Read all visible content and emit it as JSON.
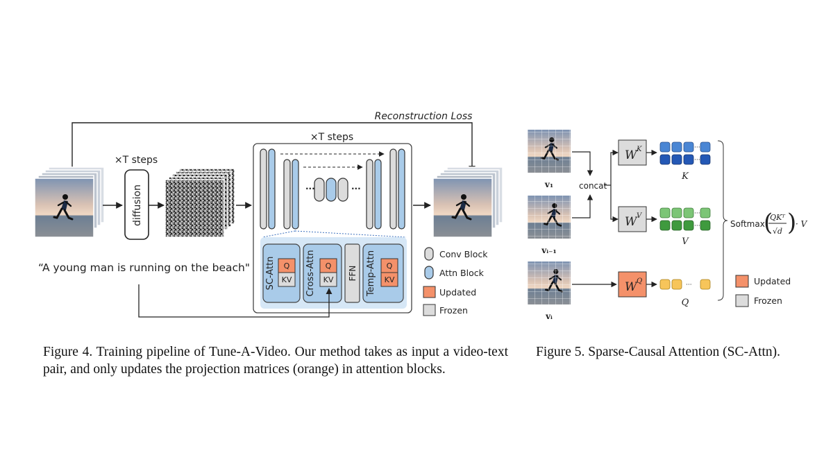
{
  "figure4": {
    "loss_label": "Reconstruction Loss",
    "steps_label_left": "×T steps",
    "steps_label_unet": "×T steps",
    "diffusion_label": "diffusion",
    "prompt": "“A young man is running on the beach\"",
    "attn_blocks": {
      "sc_attn": "SC-Attn",
      "cross_attn": "Cross-Attn",
      "ffn": "FFN",
      "temp_attn": "Temp-Attn",
      "q": "Q",
      "kv": "KV"
    },
    "ellipsis": "···",
    "legend": {
      "conv": "Conv Block",
      "attn": "Attn Block",
      "updated": "Updated",
      "frozen": "Frozen"
    },
    "caption": "Figure 4.  Training pipeline of Tune-A-Video.  Our method takes as input a video-text pair, and only updates the projection matrices (orange) in attention blocks."
  },
  "figure5": {
    "frames": [
      "v₁",
      "vᵢ₋₁",
      "vᵢ"
    ],
    "concat_label": "concat",
    "w_k": "W",
    "w_k_sup": "K",
    "w_v": "W",
    "w_v_sup": "V",
    "w_q": "W",
    "w_q_sup": "Q",
    "k_label": "K",
    "v_label": "V",
    "q_label": "Q",
    "ellipsis": "···",
    "softmax_prefix": "Softmax",
    "softmax_num": "QKᵀ",
    "softmax_den": "√d",
    "softmax_suffix": "· V",
    "legend": {
      "updated": "Updated",
      "frozen": "Frozen"
    },
    "caption": "Figure 5.  Sparse-Causal Attention (SC-Attn)."
  },
  "colors": {
    "orange": "#f4916a",
    "gray": "#dcdcdc",
    "attn_blue": "#a9cbe9",
    "panel_blue": "#d6e7f6",
    "k_blue": "#4a86d4",
    "k_blue_dark": "#2458b5",
    "v_green": "#7cc576",
    "v_green_dark": "#3f9a3e",
    "q_yellow": "#f7c55a"
  }
}
